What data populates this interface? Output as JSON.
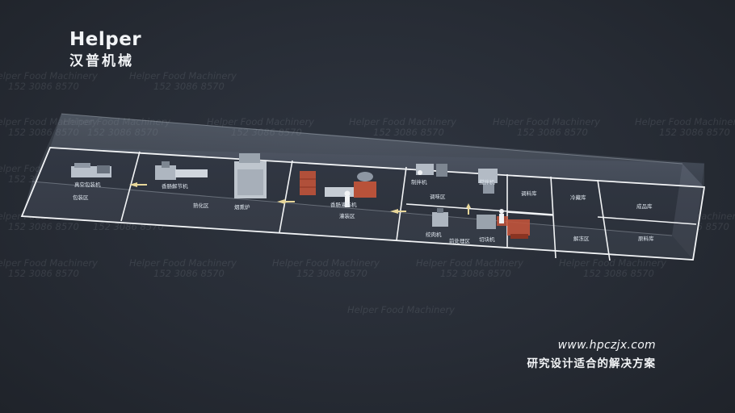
{
  "logo": {
    "brand": "Helper",
    "chinese": "汉普机械"
  },
  "watermark": {
    "company": "Helper Food Machinery",
    "phone": "152 3086 8570"
  },
  "zones": {
    "packaging": "包装区",
    "vacuum_packer": "真空包装机",
    "sausage_knotter": "香肠解节机",
    "cooking_zone": "熟化区",
    "smokehouse": "烟熏炉",
    "sausage_filler": "香肠灌装机",
    "filling_zone": "灌装区",
    "mixer": "制拌机",
    "seasoning_zone": "调味区",
    "blender": "搅拌机",
    "seasoning_room": "调料库",
    "cold_storage": "冷藏库",
    "finished_storage": "成品库",
    "grinder": "绞肉机",
    "pretreatment_zone": "前处理区",
    "dicer": "切块机",
    "thawing_zone": "解冻区",
    "raw_storage": "原料库"
  },
  "footer": {
    "url": "www.hpczjx.com",
    "slogan": "研究设计适合的解决方案"
  },
  "colors": {
    "background": "#272c35",
    "floor_line": "#f2f4f6",
    "arrow": "#e8d79a",
    "product": "#c8553a"
  }
}
